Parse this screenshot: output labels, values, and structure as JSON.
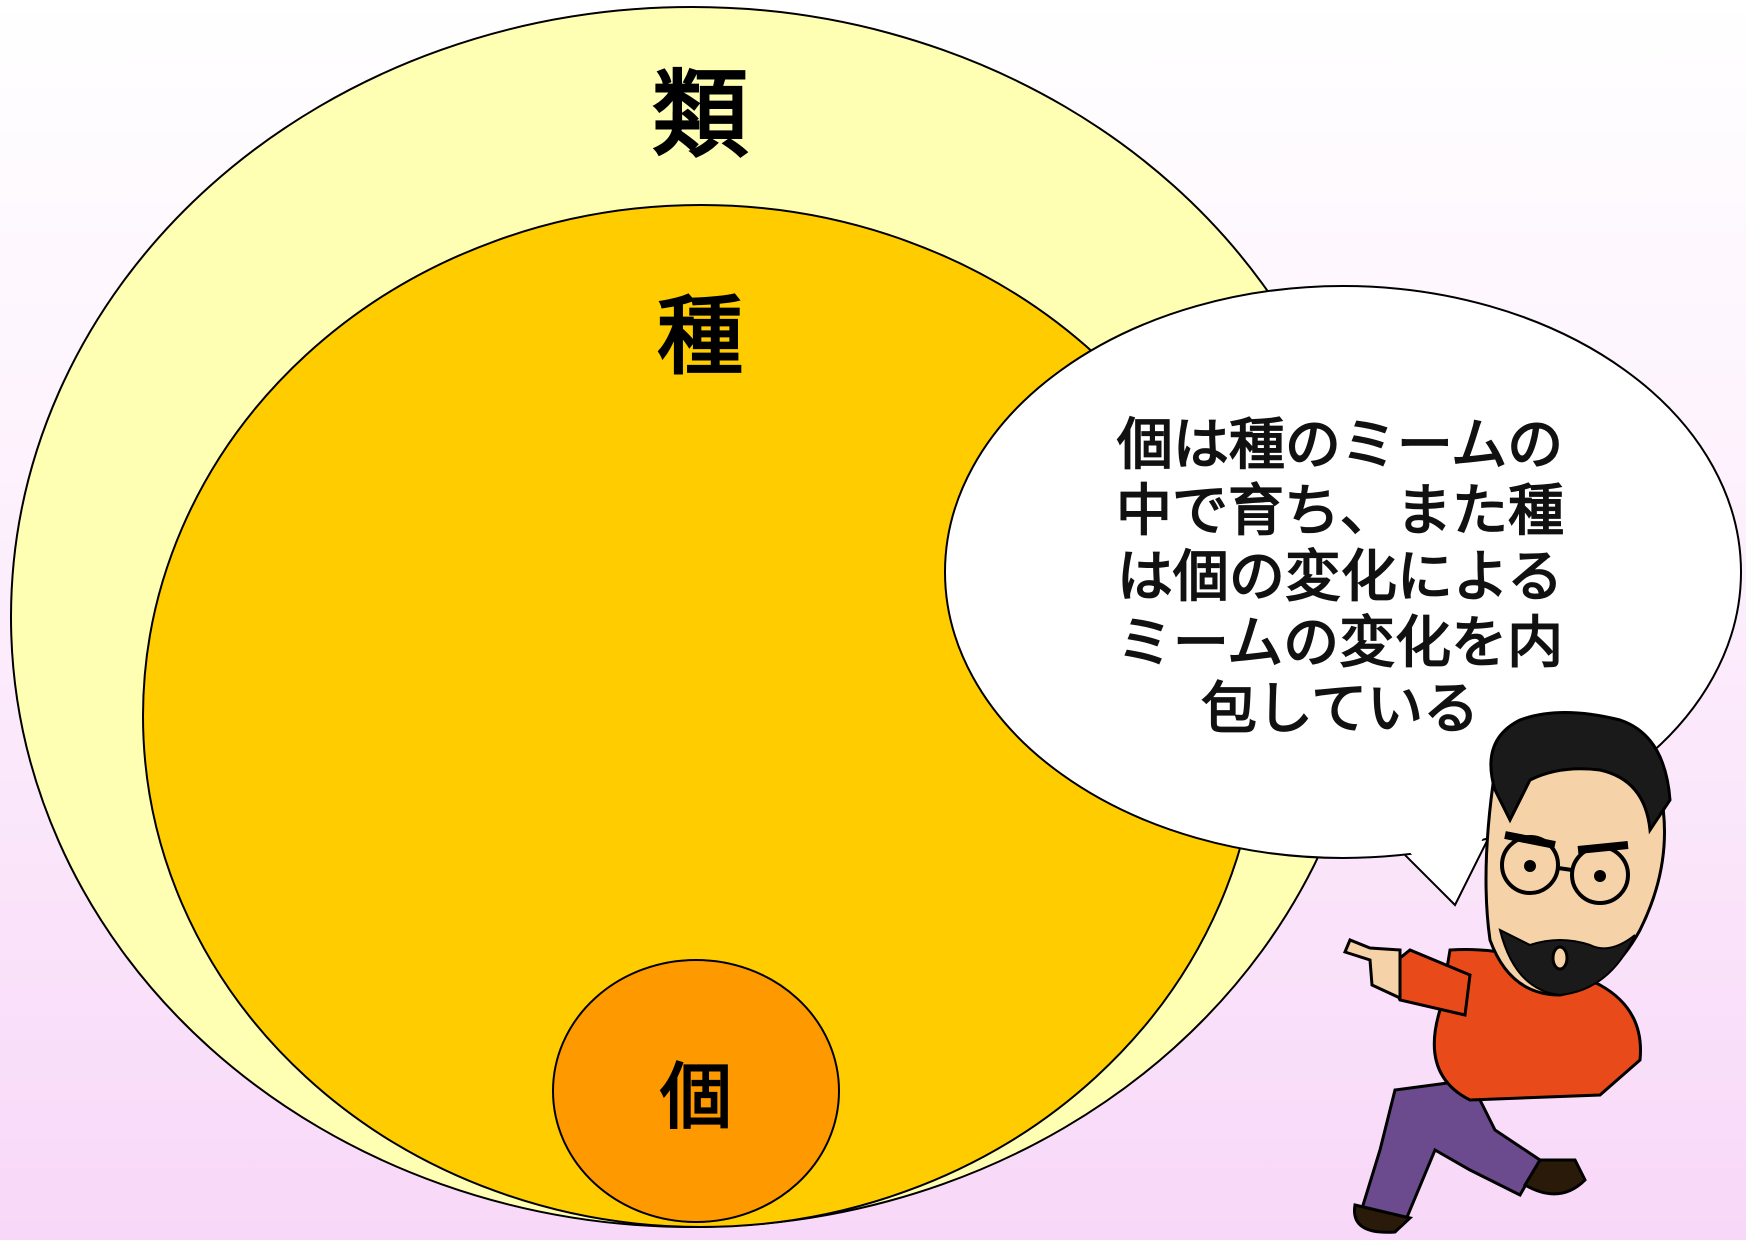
{
  "diagram": {
    "outer_set": {
      "label": "類",
      "color": "#ffffb3"
    },
    "middle_set": {
      "label": "種",
      "color": "#ffcc00"
    },
    "inner_set": {
      "label": "個",
      "color": "#ff9900"
    },
    "speech_bubble": {
      "lines": [
        "個は種のミームの",
        "中で育ち、また種",
        "は個の変化による",
        "ミームの変化を内",
        "包している"
      ],
      "color": "#ffffff"
    },
    "character": {
      "icon": "cartoon-man-pointing-icon",
      "description_visible": false
    }
  }
}
